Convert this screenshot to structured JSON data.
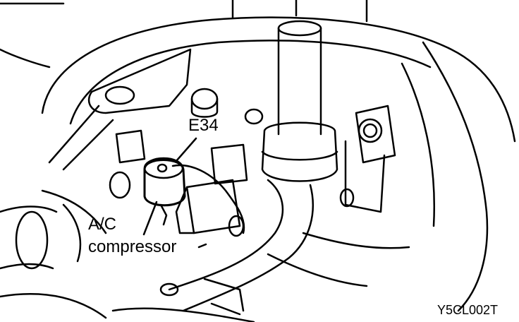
{
  "labels": {
    "connector_id": "E34",
    "component_line1": "A/C",
    "component_line2": "compressor",
    "figure_code": "Y5CL002T"
  },
  "colors": {
    "ink": "#000000",
    "paper": "#ffffff"
  }
}
